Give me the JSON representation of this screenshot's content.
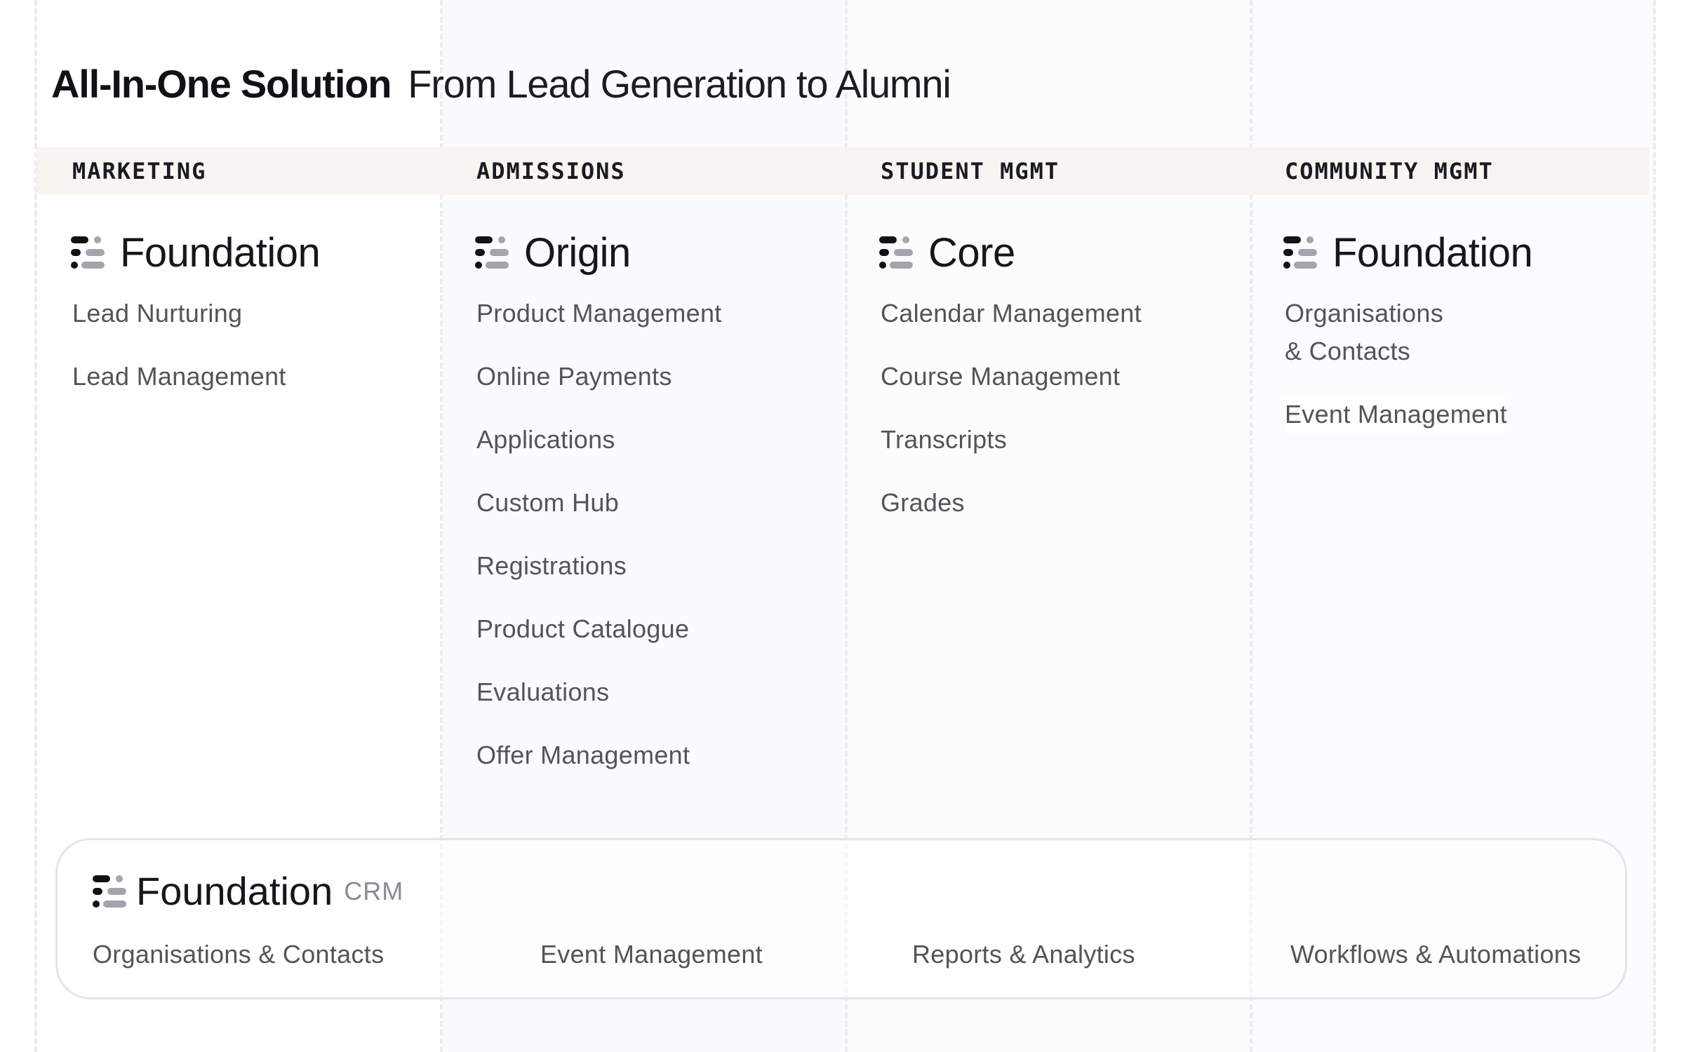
{
  "heading": {
    "bold": "All-In-One Solution",
    "regular": "From Lead Generation to Alumni"
  },
  "colors": {
    "logo_dark": "#111116",
    "logo_light": "#a5a3ad",
    "category_band": "#f8f4f2",
    "column_tint": "#fbfafc",
    "dashed_line": "#ecebef"
  },
  "columns": [
    {
      "category": "MARKETING",
      "product": "Foundation",
      "logo_icon": "product-logo-icon",
      "features": [
        {
          "lines": [
            "Lead Nurturing"
          ]
        },
        {
          "lines": [
            "Lead Management"
          ]
        }
      ]
    },
    {
      "category": "ADMISSIONS",
      "product": "Origin",
      "logo_icon": "product-logo-icon",
      "features": [
        {
          "lines": [
            "Product Management"
          ]
        },
        {
          "lines": [
            "Online Payments"
          ]
        },
        {
          "lines": [
            "Applications"
          ]
        },
        {
          "lines": [
            "Custom Hub"
          ]
        },
        {
          "lines": [
            "Registrations"
          ]
        },
        {
          "lines": [
            "Product Catalogue"
          ]
        },
        {
          "lines": [
            "Evaluations"
          ]
        },
        {
          "lines": [
            "Offer Management"
          ]
        }
      ]
    },
    {
      "category": "STUDENT MGMT",
      "product": "Core",
      "logo_icon": "product-logo-icon",
      "features": [
        {
          "lines": [
            "Calendar Management"
          ]
        },
        {
          "lines": [
            "Course Management"
          ]
        },
        {
          "lines": [
            "Transcripts"
          ]
        },
        {
          "lines": [
            "Grades"
          ]
        }
      ]
    },
    {
      "category": "COMMUNITY MGMT",
      "product": "Foundation",
      "logo_icon": "product-logo-icon",
      "features": [
        {
          "lines": [
            "Organisations",
            "& Contacts"
          ]
        },
        {
          "lines": [
            "Event Management"
          ]
        }
      ]
    }
  ],
  "crm": {
    "name": "Foundation",
    "tag": "CRM",
    "logo_icon": "product-logo-icon",
    "items": [
      "Organisations & Contacts",
      "Event Management",
      "Reports & Analytics",
      "Workflows & Automations"
    ]
  }
}
